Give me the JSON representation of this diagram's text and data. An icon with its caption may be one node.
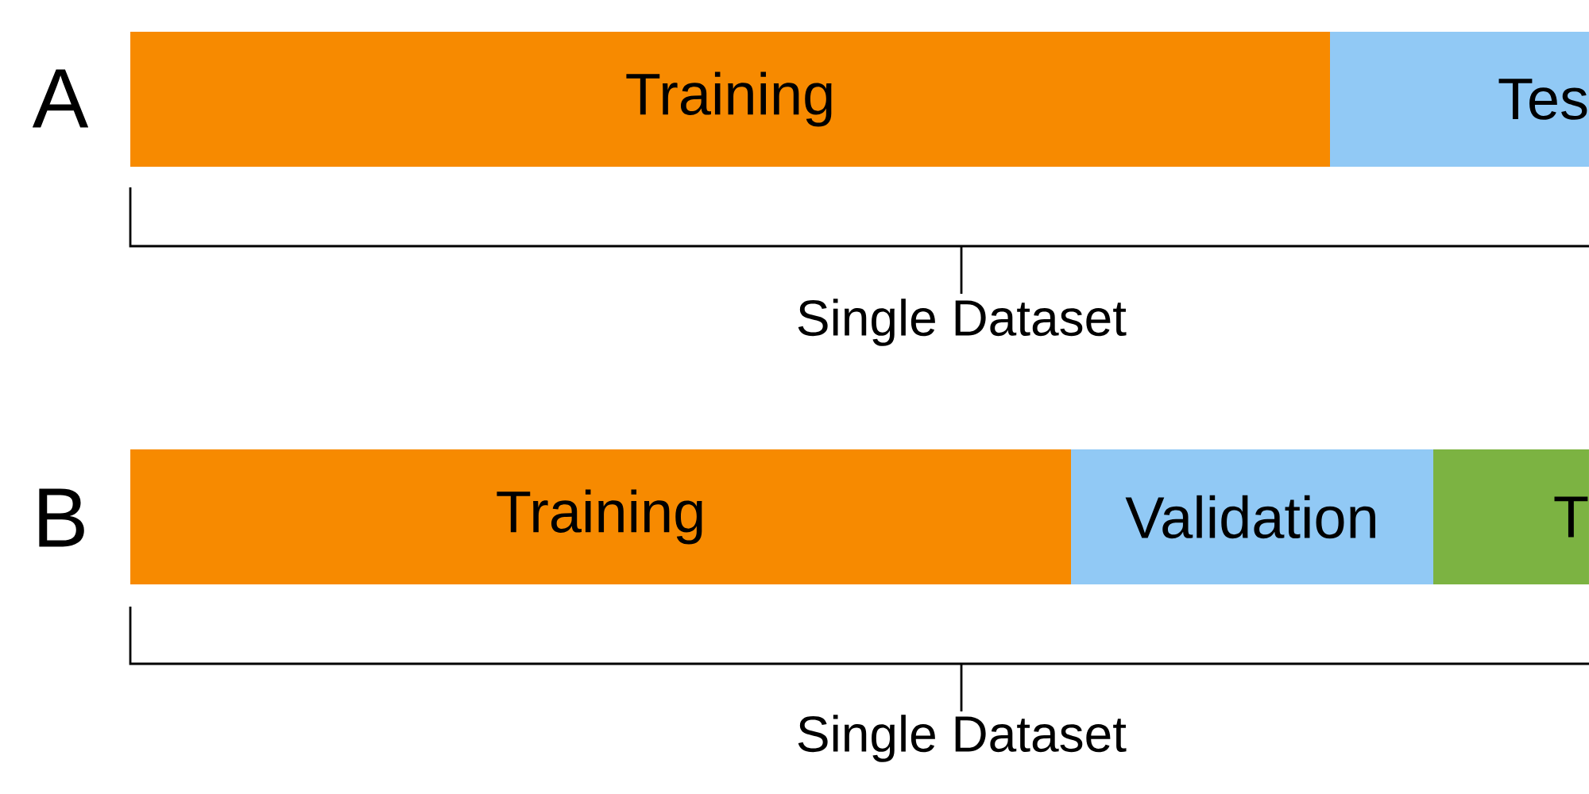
{
  "diagram": {
    "nodes": [
      {
        "text": [
          "Training"
        ]
      },
      {
        "text": [
          "Tes"
        ]
      },
      {
        "text": [
          "Training"
        ]
      },
      {
        "text": [
          "Validation"
        ]
      },
      {
        "text": [
          "T"
        ]
      }
    ],
    "labels": [
      "A",
      "Single Dataset",
      "B",
      "Single Dataset"
    ]
  }
}
